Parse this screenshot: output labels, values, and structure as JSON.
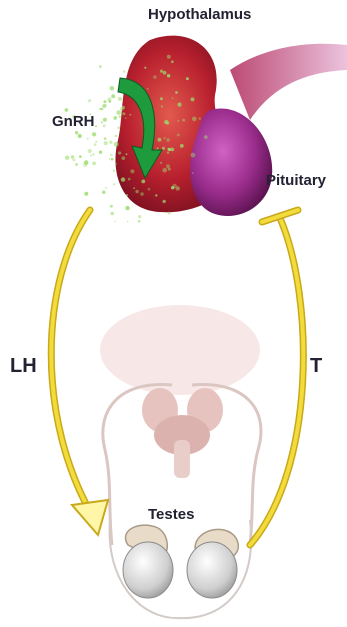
{
  "labels": {
    "hypothalamus": "Hypothalamus",
    "gnrh": "GnRH",
    "pituitary": "Pituitary",
    "lh": "LH",
    "t": "T",
    "testes": "Testes"
  },
  "colors": {
    "arrow_yellow": "#f2dc3c",
    "arrow_outline": "#c9a81a",
    "gnrh_arrow": "#1e9b3c",
    "hypothalamus_red": "#c8323c",
    "pituitary_purple": "#9a2d8c",
    "gnrh_particles": "#9ddc6e",
    "anatomy_pink": "#e8c7c4",
    "testis_gray": "#d9d9d9"
  }
}
